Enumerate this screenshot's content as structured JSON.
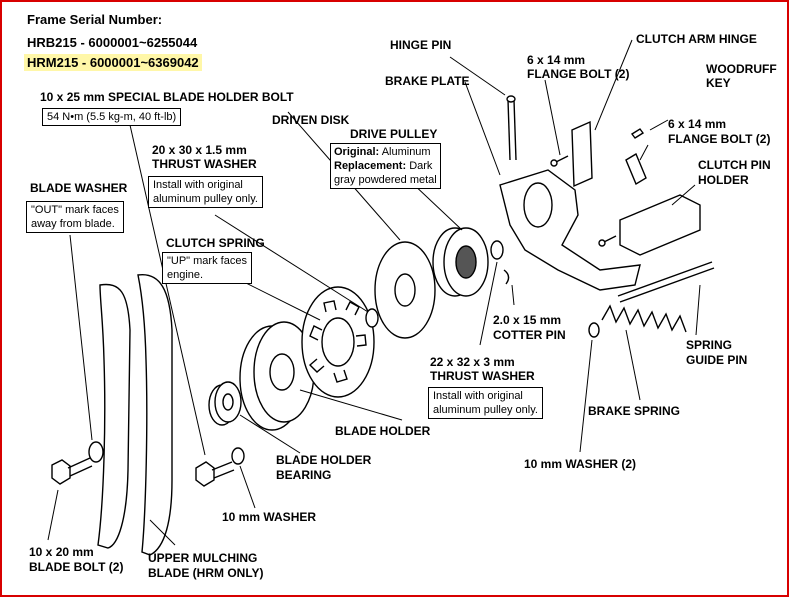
{
  "header": {
    "title": "Frame Serial Number:",
    "hrb": "HRB215 - 6000001~6255044",
    "hrm": "HRM215 - 6000001~6369042"
  },
  "labels": {
    "special_bolt": "10 x 25 mm SPECIAL BLADE HOLDER BOLT",
    "special_bolt_torque": "54 N•m (5.5 kg-m, 40 ft-lb)",
    "driven_disk": "DRIVEN DISK",
    "drive_pulley": "DRIVE PULLEY",
    "drive_pulley_orig_key": "Original:",
    "drive_pulley_orig_val": "Aluminum",
    "drive_pulley_repl_key": "Replacement:",
    "drive_pulley_repl_val": "Dark",
    "drive_pulley_repl_val2": "gray powdered metal",
    "thrust_washer_top_1": "20 x 30 x 1.5 mm",
    "thrust_washer_top_2": "THRUST WASHER",
    "thrust_note_1": "Install with original",
    "thrust_note_2": "aluminum pulley only.",
    "blade_washer": "BLADE WASHER",
    "blade_washer_note_1": "\"OUT\" mark faces",
    "blade_washer_note_2": "away from blade.",
    "clutch_spring": "CLUTCH SPRING",
    "clutch_spring_note_1": "\"UP\" mark faces",
    "clutch_spring_note_2": "engine.",
    "hinge_pin": "HINGE PIN",
    "brake_plate": "BRAKE PLATE",
    "flange_bolt_1a": "6 x 14 mm",
    "flange_bolt_1b": "FLANGE BOLT (2)",
    "clutch_arm_hinge": "CLUTCH ARM HINGE",
    "woodruff_1": "WOODRUFF",
    "woodruff_2": "KEY",
    "flange_bolt_2a": "6 x 14 mm",
    "flange_bolt_2b": "FLANGE BOLT (2)",
    "clutch_pin_1": "CLUTCH PIN",
    "clutch_pin_2": "HOLDER",
    "cotter_1": "2.0 x 15 mm",
    "cotter_2": "COTTER PIN",
    "thrust_washer_low_1": "22 x 32 x 3 mm",
    "thrust_washer_low_2": "THRUST WASHER",
    "thrust_low_note_1": "Install with original",
    "thrust_low_note_2": "aluminum pulley only.",
    "spring_guide_1": "SPRING",
    "spring_guide_2": "GUIDE PIN",
    "brake_spring": "BRAKE SPRING",
    "washer_10_2": "10 mm WASHER (2)",
    "blade_holder": "BLADE HOLDER",
    "bh_bearing_1": "BLADE HOLDER",
    "bh_bearing_2": "BEARING",
    "washer_10": "10 mm WASHER",
    "blade_bolt_1": "10 x 20 mm",
    "blade_bolt_2": "BLADE BOLT  (2)",
    "upper_blade_1": "UPPER MULCHING",
    "upper_blade_2": "BLADE (HRM ONLY)"
  },
  "colors": {
    "frame": "#d80000",
    "highlight": "#fff7a8"
  }
}
